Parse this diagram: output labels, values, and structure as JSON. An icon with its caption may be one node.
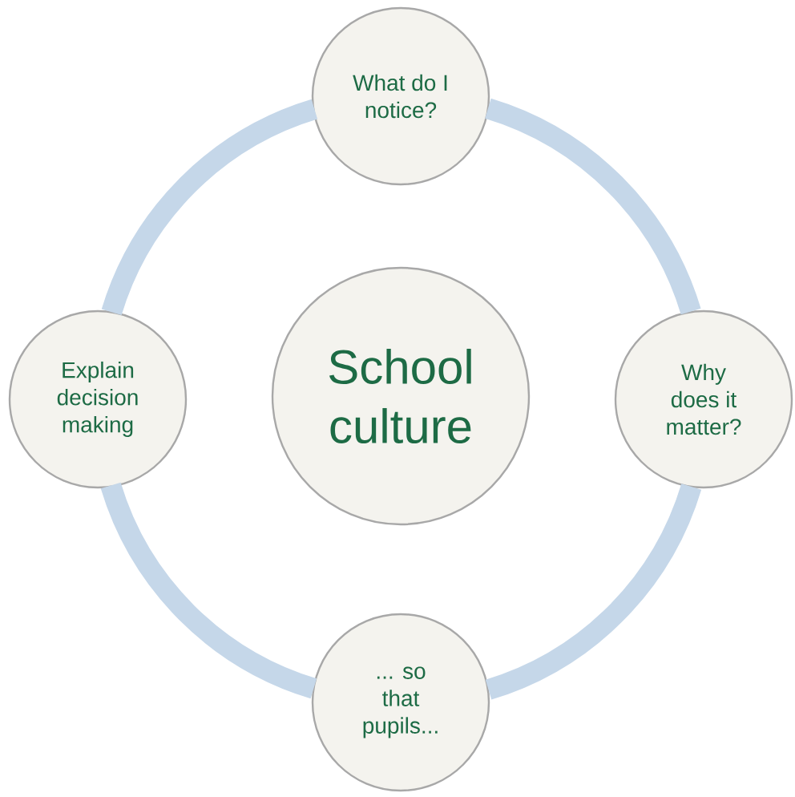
{
  "diagram": {
    "nodes": [
      {
        "text": [
          "What do I notice?"
        ]
      },
      {
        "text": [
          "Explain decision making"
        ]
      },
      {
        "text": [
          "School culture"
        ]
      },
      {
        "text": [
          "Why does it matter?"
        ]
      },
      {
        "text": [
          "... so that pupils..."
        ]
      }
    ],
    "edges": [
      {
        "from": 0,
        "to": 3,
        "arrow": "none"
      },
      {
        "from": 3,
        "to": 4,
        "arrow": "none"
      },
      {
        "from": 4,
        "to": 1,
        "arrow": "none"
      },
      {
        "from": 1,
        "to": 0,
        "arrow": "none"
      }
    ]
  }
}
